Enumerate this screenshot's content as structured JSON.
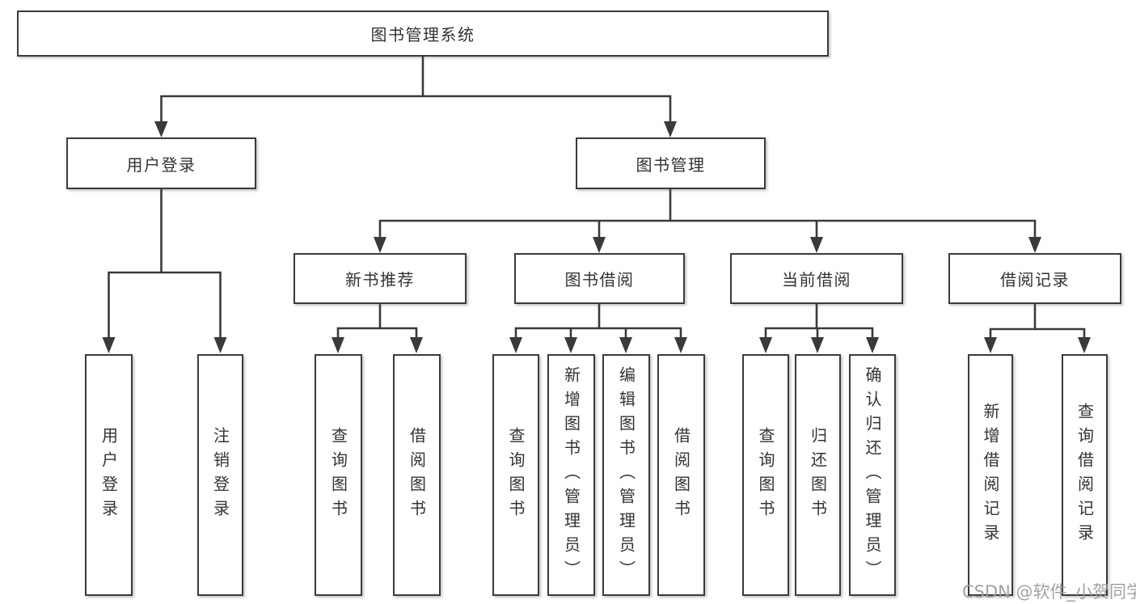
{
  "colors": {
    "background": "#ffffff",
    "line": "#3a3a3a",
    "box_border": "#3b3b3b",
    "text": "#333333",
    "watermark": "#9c9c9c"
  },
  "watermark": {
    "text": "CSDN @软件_小贺同学"
  },
  "diagram": {
    "type": "hierarchy-tree",
    "root": {
      "label": "图书管理系统"
    },
    "branches": [
      {
        "label": "用户登录",
        "children": [
          {
            "label": "用户登录"
          },
          {
            "label": "注销登录"
          }
        ]
      },
      {
        "label": "图书管理",
        "children": [
          {
            "label": "新书推荐",
            "children": [
              {
                "label": "查询图书"
              },
              {
                "label": "借阅图书"
              }
            ]
          },
          {
            "label": "图书借阅",
            "children": [
              {
                "label": "查询图书"
              },
              {
                "label": "新增图书（管理员）"
              },
              {
                "label": "编辑图书（管理员）"
              },
              {
                "label": "借阅图书"
              }
            ]
          },
          {
            "label": "当前借阅",
            "children": [
              {
                "label": "查询图书"
              },
              {
                "label": "归还图书"
              },
              {
                "label": "确认归还（管理员）"
              }
            ]
          },
          {
            "label": "借阅记录",
            "children": [
              {
                "label": "新增借阅记录"
              },
              {
                "label": "查询借阅记录"
              }
            ]
          }
        ]
      }
    ]
  }
}
